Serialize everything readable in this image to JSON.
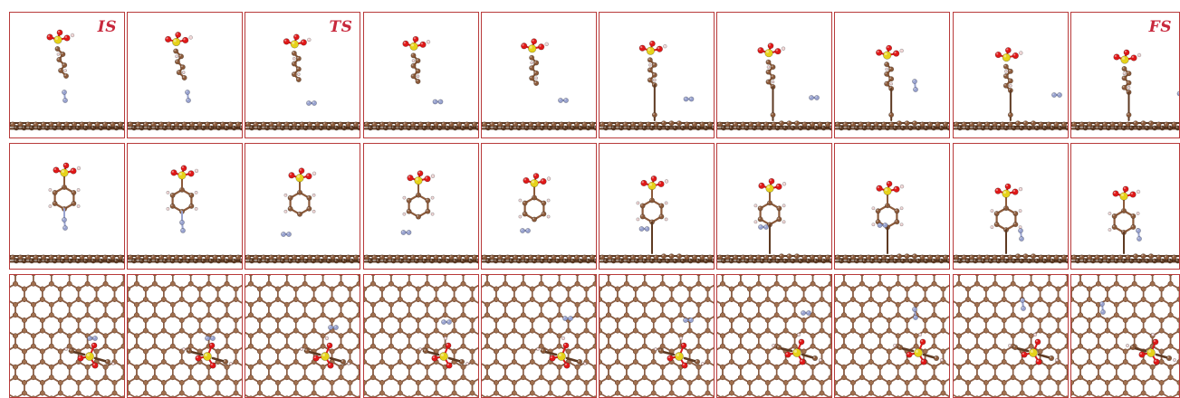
{
  "figure": {
    "frame_count": 10,
    "views": [
      "side-view",
      "front-view",
      "top-view"
    ],
    "labels": [
      {
        "frame": 1,
        "text": "IS"
      },
      {
        "frame": 3,
        "text": "TS"
      },
      {
        "frame": 10,
        "text": "FS"
      }
    ],
    "colors": {
      "frame_border": "#b83a3a",
      "label": "#c8283c",
      "carbon": "#8b5a3a",
      "carbon_dark": "#5e3a22",
      "sulfur": "#e6d21a",
      "oxygen": "#e01818",
      "hydrogen": "#f2d6d6",
      "nitrogen": "#98a2cf",
      "bond": "#8b5a3a"
    }
  }
}
